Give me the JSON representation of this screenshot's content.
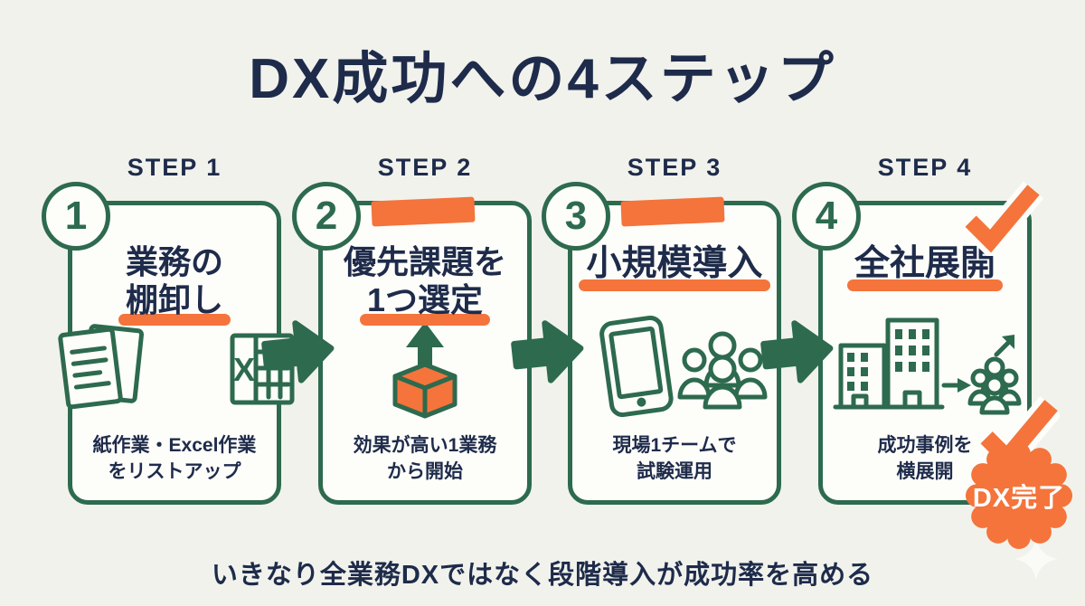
{
  "title": "DX成功への4ステップ",
  "footer_note": "いきなり全業務DXではなく段階導入が成功率を高める",
  "badge": {
    "label": "DX完了",
    "shape": "scalloped-seal",
    "check_icon": "orange-checkmark-icon"
  },
  "colors": {
    "bg": "#f1f2ec",
    "navy": "#1e2b4a",
    "green": "#2d6a4e",
    "orange": "#f4743b",
    "card": "#fdfdfa"
  },
  "steps": [
    {
      "label": "STEP 1",
      "number": "1",
      "heading": [
        "業務の",
        "棚卸し"
      ],
      "icons": [
        "paper-documents-icon",
        "excel-file-icon"
      ],
      "description": [
        "紙作業・Excel作業",
        "をリストアップ"
      ]
    },
    {
      "label": "STEP 2",
      "number": "2",
      "heading": [
        "優先課題を",
        "1つ選定"
      ],
      "icons": [
        "box-with-up-arrow-icon"
      ],
      "description": [
        "効果が高い1業務",
        "から開始"
      ]
    },
    {
      "label": "STEP 3",
      "number": "3",
      "heading": [
        "小規模導入"
      ],
      "icons": [
        "tablet-icon",
        "team-group-icon"
      ],
      "description": [
        "現場1チームで",
        "試験運用"
      ]
    },
    {
      "label": "STEP 4",
      "number": "4",
      "heading": [
        "全社展開"
      ],
      "icons": [
        "office-buildings-icon",
        "arrow-right-icon",
        "team-group-icon",
        "growth-arrow-icon"
      ],
      "description": [
        "成功事例を",
        "横展開"
      ],
      "completed_check": "orange-checkmark-icon"
    }
  ]
}
